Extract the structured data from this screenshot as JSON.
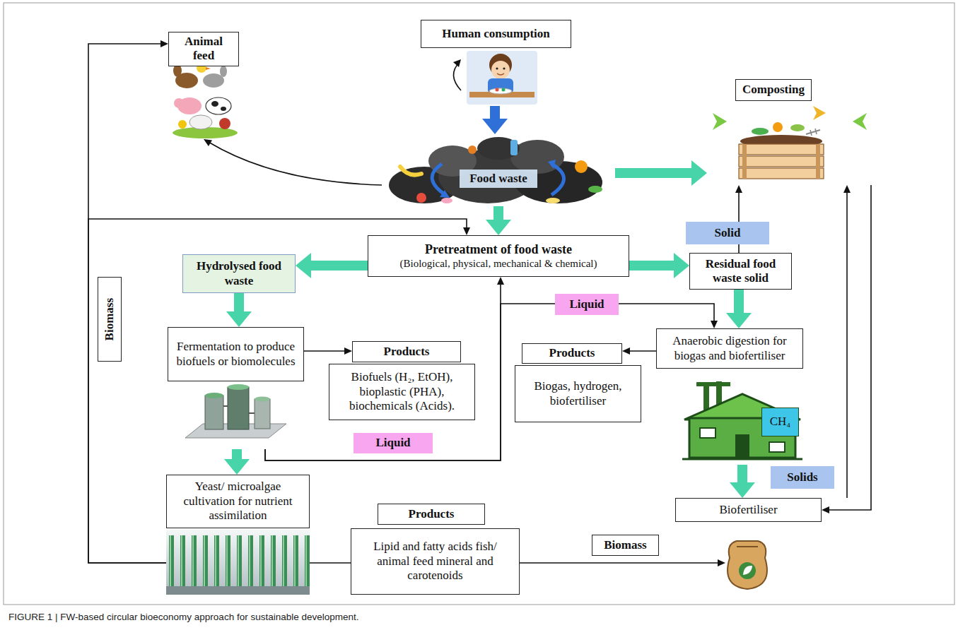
{
  "diagram": {
    "caption": "FIGURE 1 | FW-based circular bioeconomy approach for sustainable development.",
    "nodes": [
      {
        "text": [
          "Animal feed"
        ]
      },
      {
        "text": [
          "Human consumption"
        ]
      },
      {
        "text": [
          "Composting"
        ]
      },
      {
        "text": [
          "Food waste"
        ]
      },
      {
        "text": [
          "Solid"
        ]
      },
      {
        "text": [
          "Pretreatment of food waste",
          "(Biological, physical, mechanical & chemical)"
        ]
      },
      {
        "text": [
          "Hydrolysed food waste"
        ]
      },
      {
        "text": [
          "Residual food waste solid"
        ]
      },
      {
        "text": [
          "Biomass"
        ]
      },
      {
        "text": [
          "Liquid"
        ]
      },
      {
        "text": [
          "Fermentation to produce biofuels or biomolecules"
        ]
      },
      {
        "text": [
          "Products"
        ]
      },
      {
        "text": [
          "Biofuels (H₂, EtOH), bioplastic (PHA), biochemicals (Acids)."
        ]
      },
      {
        "text": [
          "Anaerobic digestion for biogas and biofertiliser"
        ]
      },
      {
        "text": [
          "Products"
        ]
      },
      {
        "text": [
          "Biogas, hydrogen, biofertiliser"
        ]
      },
      {
        "text": [
          "CH₄"
        ]
      },
      {
        "text": [
          "Liquid"
        ]
      },
      {
        "text": [
          "Solids"
        ]
      },
      {
        "text": [
          "Yeast/ microalgae cultivation for nutrient assimilation"
        ]
      },
      {
        "text": [
          "Biofertiliser"
        ]
      },
      {
        "text": [
          "Products"
        ]
      },
      {
        "text": [
          "Lipid and fatty acids fish/ animal feed mineral and carotenoids"
        ]
      },
      {
        "text": [
          "Biomass"
        ]
      }
    ],
    "edges": [
      {
        "from": 1,
        "to": 3,
        "arrow": "to"
      },
      {
        "from": 3,
        "to": 0,
        "arrow": "to"
      },
      {
        "from": 3,
        "to": 2,
        "arrow": "to"
      },
      {
        "from": 3,
        "to": 5,
        "arrow": "to"
      },
      {
        "from": 5,
        "to": 6,
        "arrow": "to"
      },
      {
        "from": 5,
        "to": 7,
        "arrow": "to"
      },
      {
        "from": 7,
        "to": 2,
        "arrow": "to"
      },
      {
        "from": 10,
        "to": 5,
        "arrow": "to"
      },
      {
        "from": 10,
        "to": 13,
        "arrow": "to"
      },
      {
        "from": 6,
        "to": 10,
        "arrow": "to"
      },
      {
        "from": 10,
        "to": 11,
        "arrow": "to"
      },
      {
        "from": 10,
        "to": 19,
        "arrow": "to"
      },
      {
        "from": 7,
        "to": 13,
        "arrow": "to"
      },
      {
        "from": 13,
        "to": 14,
        "arrow": "to"
      },
      {
        "from": 13,
        "to": 20,
        "arrow": "to"
      },
      {
        "from": 2,
        "to": 20,
        "arrow": "to"
      },
      {
        "from": 20,
        "to": 2,
        "arrow": "to"
      },
      {
        "from": 19,
        "to": 0,
        "arrow": "to"
      },
      {
        "from": 19,
        "to": 5,
        "arrow": "to"
      },
      {
        "from": 19,
        "to": 22,
        "arrow": "none"
      }
    ]
  }
}
